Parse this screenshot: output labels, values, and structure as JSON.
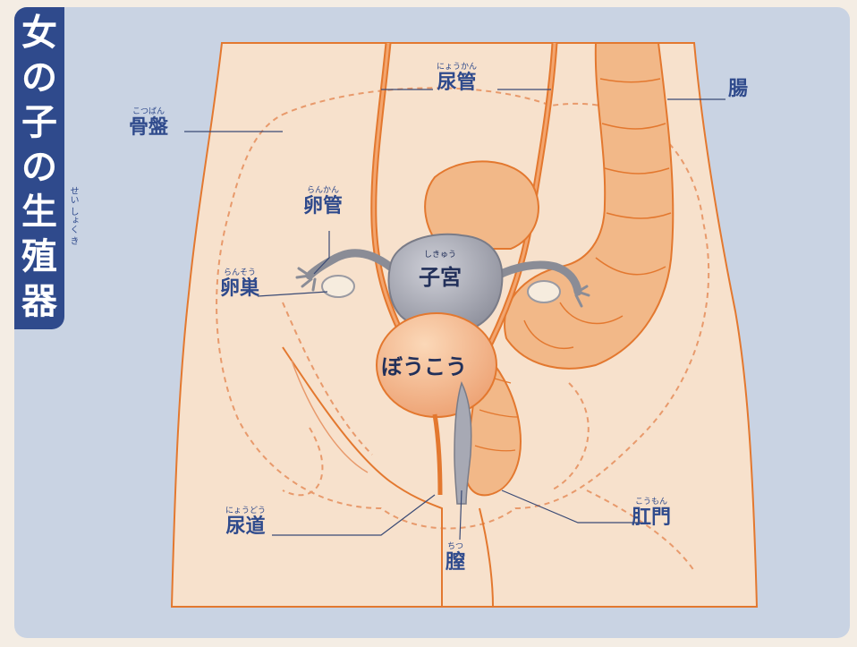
{
  "title": {
    "chars": [
      "女",
      "の",
      "子",
      "の",
      "生",
      "殖",
      "器"
    ],
    "ruby": "せい しょく き"
  },
  "labels": {
    "pelvis": {
      "text": "骨盤",
      "ruby": "こつばん"
    },
    "ureter": {
      "text": "尿管",
      "ruby": "にょうかん"
    },
    "intestine": {
      "text": "腸",
      "ruby": ""
    },
    "fallopian_tube": {
      "text": "卵管",
      "ruby": "らんかん"
    },
    "ovary": {
      "text": "卵巣",
      "ruby": "らんそう"
    },
    "uterus": {
      "text": "子宮",
      "ruby": "しきゅう"
    },
    "bladder": {
      "text": "ぼうこう",
      "ruby": ""
    },
    "urethra": {
      "text": "尿道",
      "ruby": "にょうどう"
    },
    "vagina": {
      "text": "膣",
      "ruby": "ちつ"
    },
    "anus": {
      "text": "肛門",
      "ruby": "こうもん"
    }
  },
  "colors": {
    "background": "#c9d3e3",
    "body_fill": "#f7e1cc",
    "outline": "#e3782f",
    "organ_fill": "#f2b888",
    "uterus_fill": "#a7a9b4",
    "label_text": "#2f4a8c",
    "title_bg": "#2f4a8c"
  }
}
